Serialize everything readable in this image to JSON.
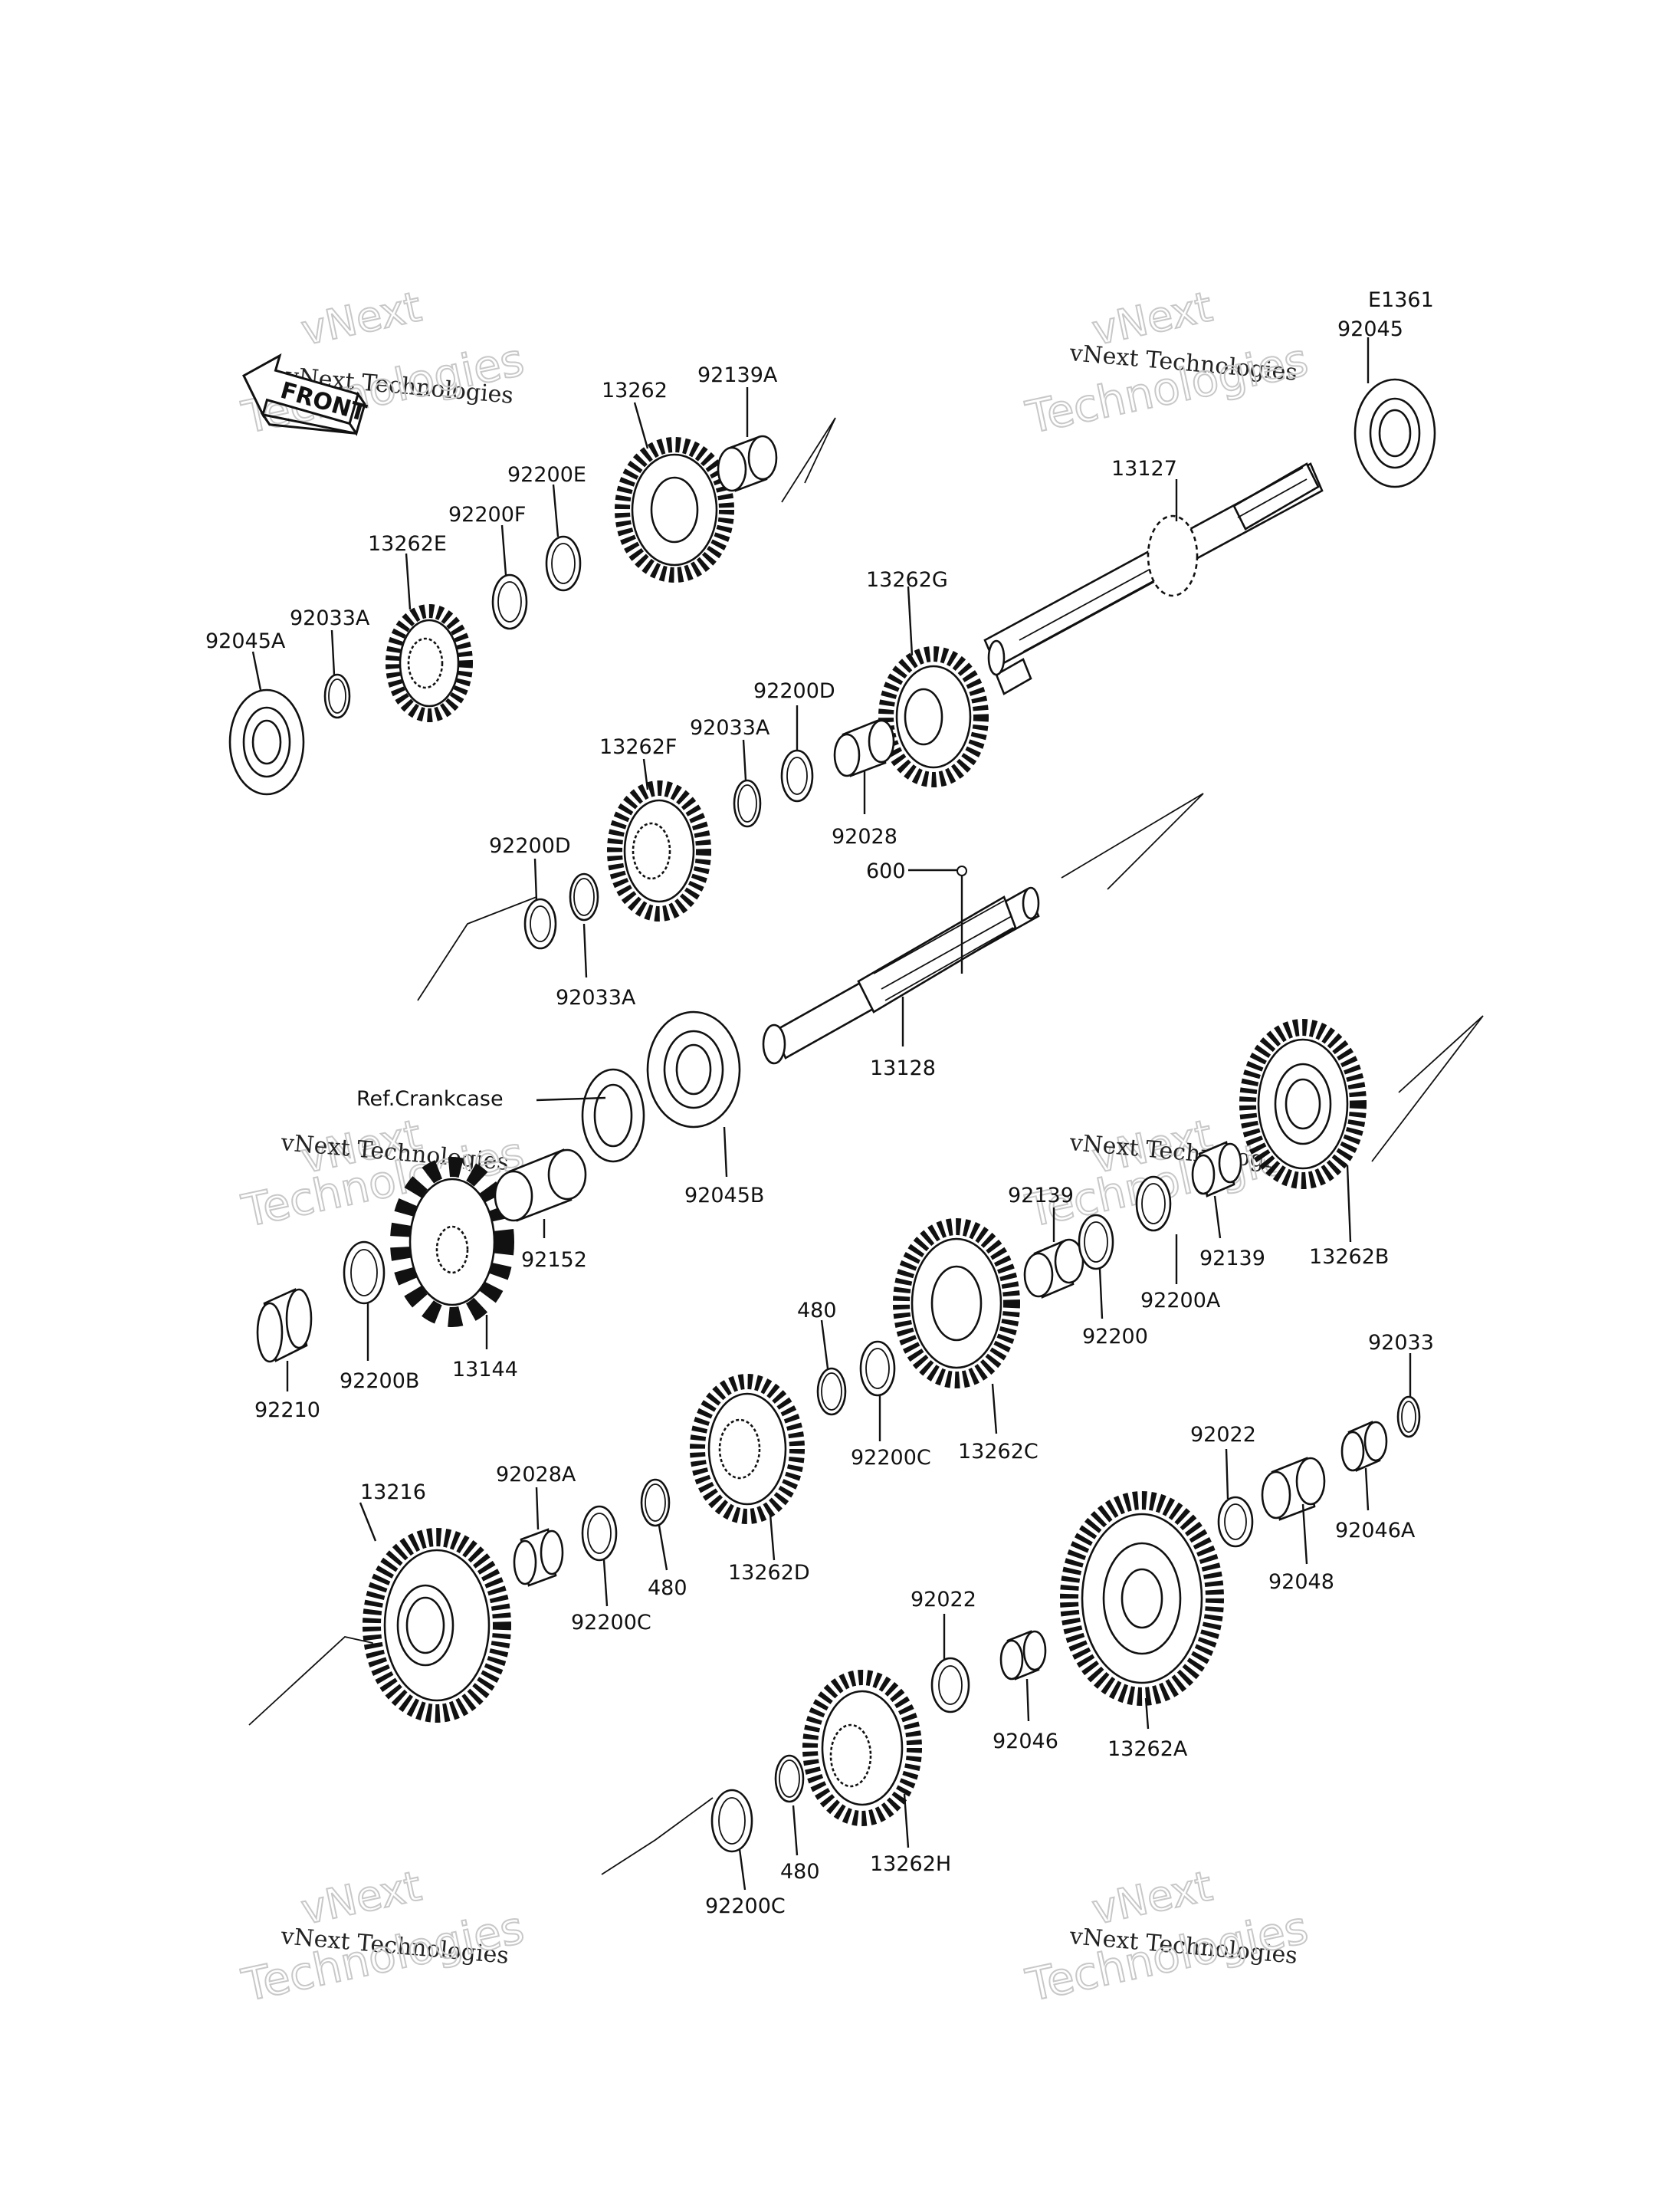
{
  "diagram_code": "E1361",
  "front_label": "FRONT",
  "watermarks": [
    {
      "line1": "vNext",
      "line2": "vNext Technologies",
      "line3": "Technologies"
    }
  ],
  "labels": {
    "p92045": "92045",
    "p13127": "13127",
    "p92139A": "92139A",
    "p13262": "13262",
    "p92200E": "92200E",
    "p92200F": "92200F",
    "p13262E": "13262E",
    "p92033A_1": "92033A",
    "p92045A": "92045A",
    "p13262G": "13262G",
    "p92200D_1": "92200D",
    "p92033A_2": "92033A",
    "p13262F": "13262F",
    "p92028": "92028",
    "p600": "600",
    "p92200D_2": "92200D",
    "p92033A_3": "92033A",
    "p13128": "13128",
    "refCrankcase": "Ref.Crankcase",
    "p92045B": "92045B",
    "p92152": "92152",
    "p13144": "13144",
    "p92200B": "92200B",
    "p92210": "92210",
    "p92139_1": "92139",
    "p92139_2": "92139",
    "p13262B": "13262B",
    "p92200A": "92200A",
    "p92200": "92200",
    "p480_1": "480",
    "p92200C_1": "92200C",
    "p13262C": "13262C",
    "p92033": "92033",
    "p92022_1": "92022",
    "p92046A": "92046A",
    "p92048": "92048",
    "p13216": "13216",
    "p92028A": "92028A",
    "p92200C_2": "92200C",
    "p480_2": "480",
    "p13262D": "13262D",
    "p92022_2": "92022",
    "p92046": "92046",
    "p13262A": "13262A",
    "p480_3": "480",
    "p13262H": "13262H",
    "p92200C_3": "92200C"
  }
}
